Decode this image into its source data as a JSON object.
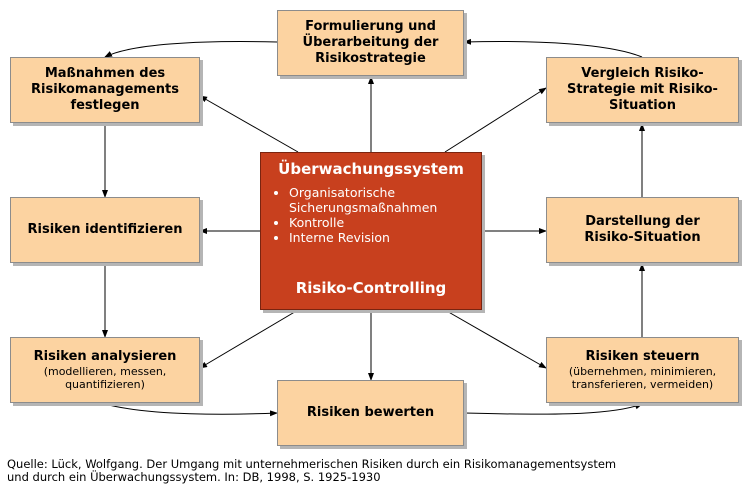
{
  "boxes": {
    "strategie": [
      "Formulierung und",
      "Überarbeitung der",
      "Risikostrategie"
    ],
    "massnahmen": [
      "Maßnahmen des",
      "Risikomanagements",
      "festlegen"
    ],
    "vergleich": [
      "Vergleich Risiko-",
      "Strategie mit Risiko-",
      "Situation"
    ],
    "identifizieren": [
      "Risiken identifizieren"
    ],
    "darstellung": [
      "Darstellung der",
      "Risiko-Situation"
    ],
    "analysieren": {
      "title": "Risiken analysieren",
      "sub": [
        "(modellieren, messen,",
        "quantifizieren)"
      ]
    },
    "steuern": {
      "title": "Risiken steuern",
      "sub": [
        "(übernehmen, minimieren,",
        "transferieren, vermeiden)"
      ]
    },
    "bewerten": [
      "Risiken bewerten"
    ]
  },
  "central": {
    "title": "Überwachungssystem",
    "items": [
      "Organisatorische Sicherungsmaßnahmen",
      "Kontrolle",
      "Interne Revision"
    ],
    "bottom": "Risiko-Controlling"
  },
  "source": [
    "Quelle: Lück, Wolfgang. Der Umgang mit unternehmerischen Risiken durch ein Risikomanagementsystem",
    "und durch ein Überwachungssystem. In: DB, 1998, S. 1925-1930"
  ],
  "colors": {
    "box_fill": "#fcd3a1",
    "central_fill": "#c8401e",
    "arrow": "#000000"
  }
}
